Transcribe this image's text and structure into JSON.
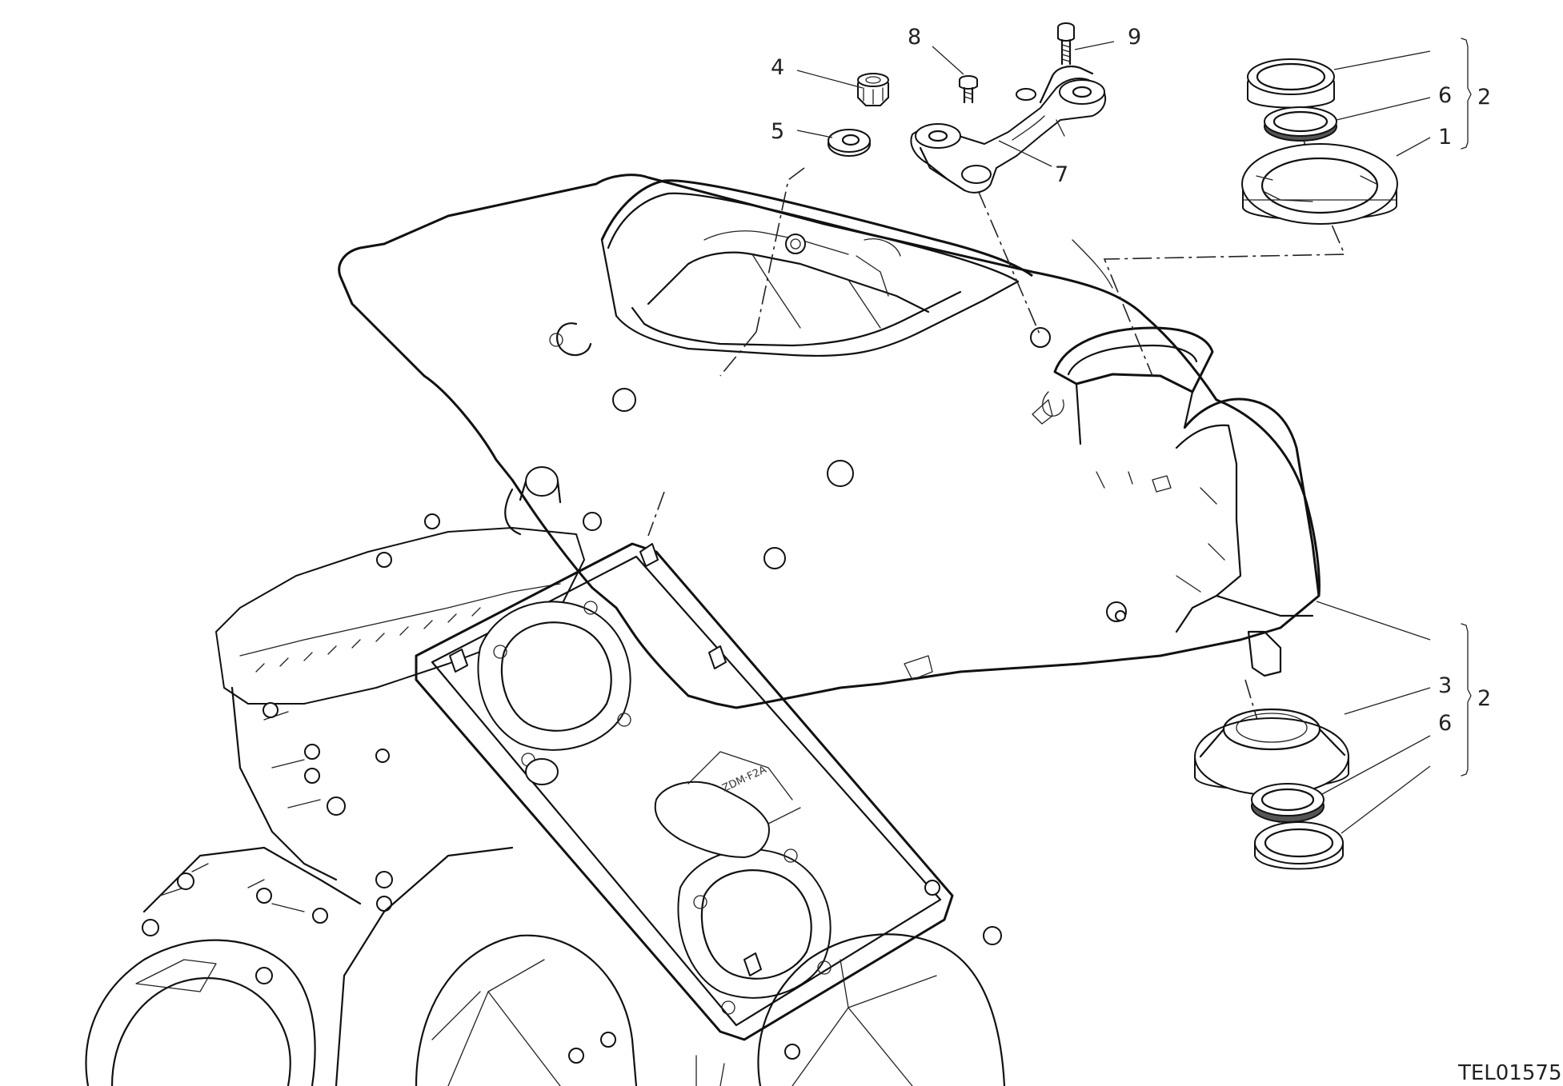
{
  "callouts": {
    "c1": "1",
    "c2_top": "2",
    "c2_bottom": "2",
    "c3": "3",
    "c4": "4",
    "c5": "5",
    "c6_top": "6",
    "c6_bottom": "6",
    "c7": "7",
    "c8": "8",
    "c9": "9"
  },
  "drawing_ref": "TEL01575",
  "colors": {
    "line": "#111111",
    "background": "#ffffff",
    "seal_fill": "#555555"
  }
}
